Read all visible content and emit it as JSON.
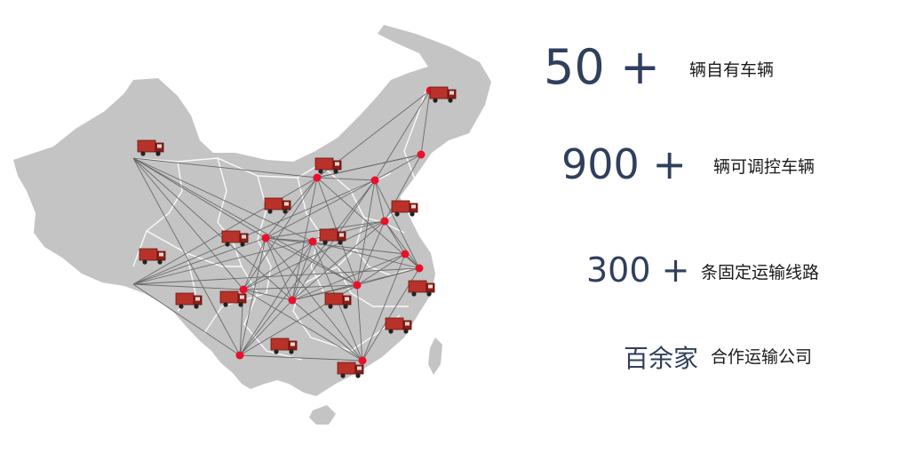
{
  "stats": [
    {
      "number": "50 +",
      "label": "辆自有车辆"
    },
    {
      "number": "900 +",
      "label": "辆可调控车辆"
    },
    {
      "number": "300 +",
      "label": "条固定运输线路"
    },
    {
      "number": "百余家",
      "label": "合作运输公司"
    }
  ],
  "colors": {
    "map_fill": "#c4c4c4",
    "province_border": "#ffffff",
    "route_line": "#6b6b6b",
    "node": "#e8102a",
    "number_text": "#2f3f5c",
    "label_text": "#1a1a1a"
  },
  "icons": {
    "node": "red-dot-icon",
    "vehicle": "truck-icon"
  }
}
